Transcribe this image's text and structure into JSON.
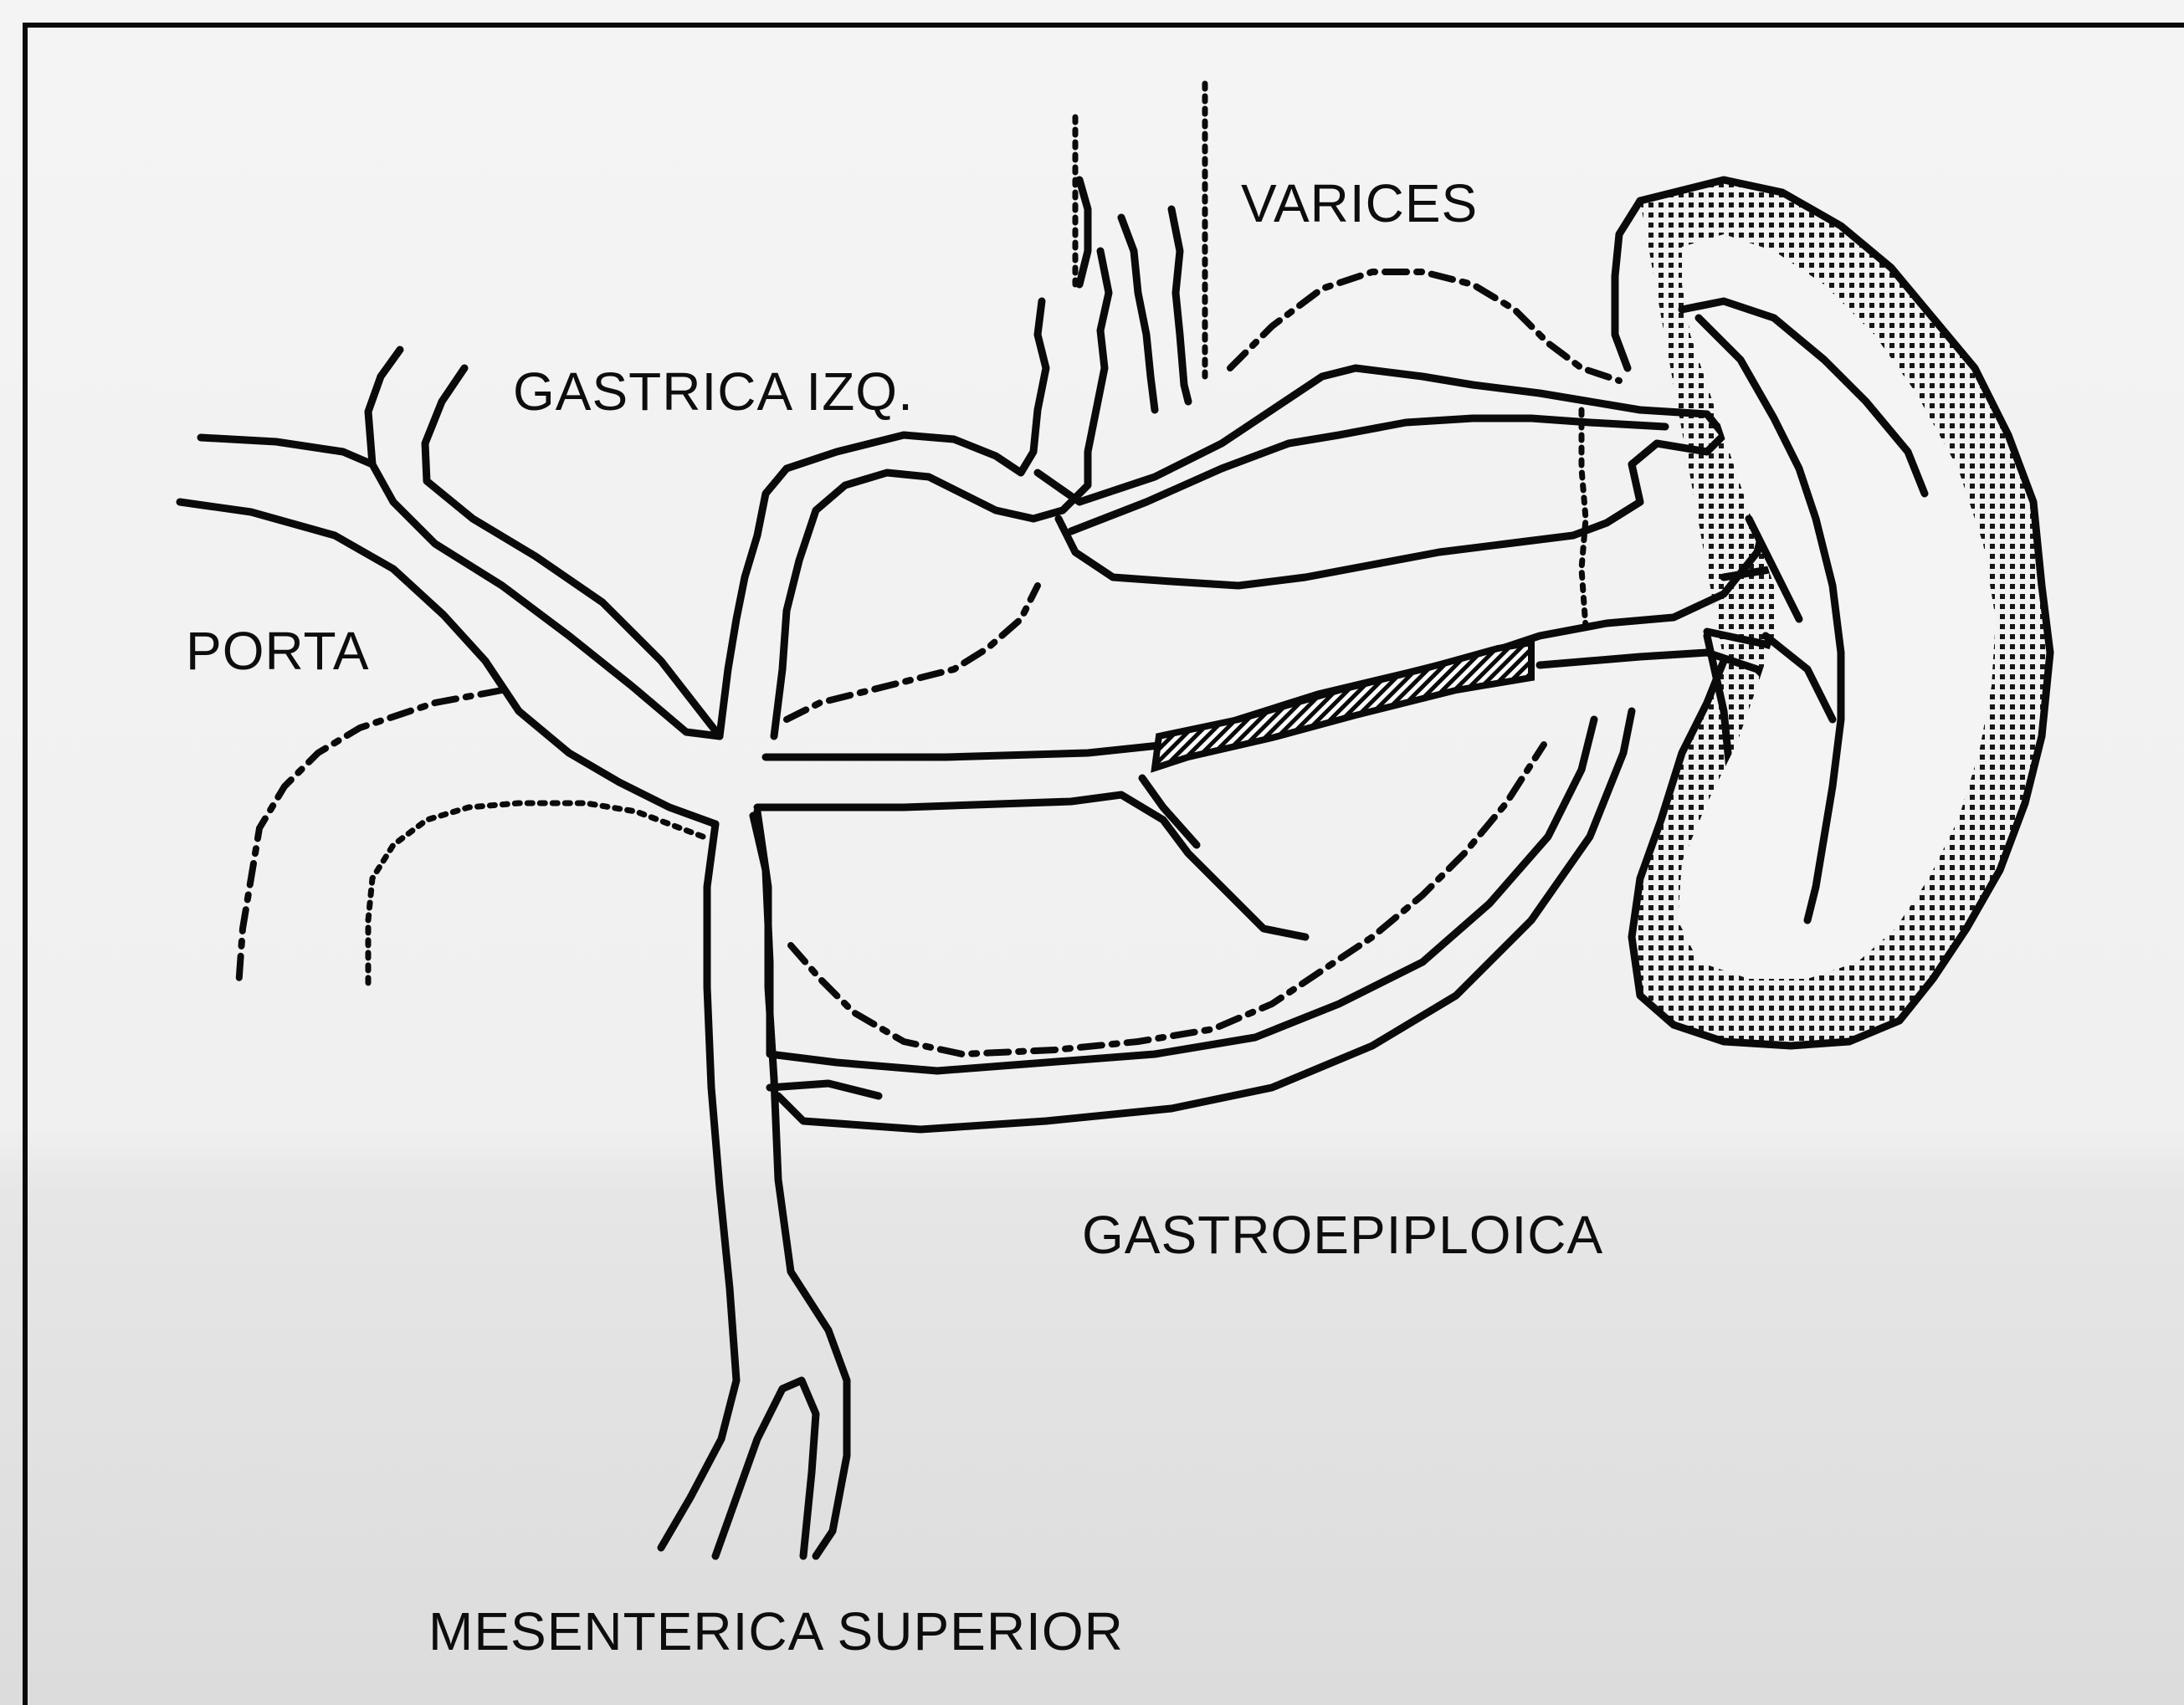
{
  "labels": {
    "varices": "VARICES",
    "gastrica_izq": "GASTRICA IZQ.",
    "porta": "PORTA",
    "gastroepiploica": "GASTROEPIPLOICA",
    "mesenterica_superior": "MESENTERICA SUPERIOR"
  },
  "colors": {
    "ink": "#0a0a0a",
    "background": "#f2f2f2"
  }
}
